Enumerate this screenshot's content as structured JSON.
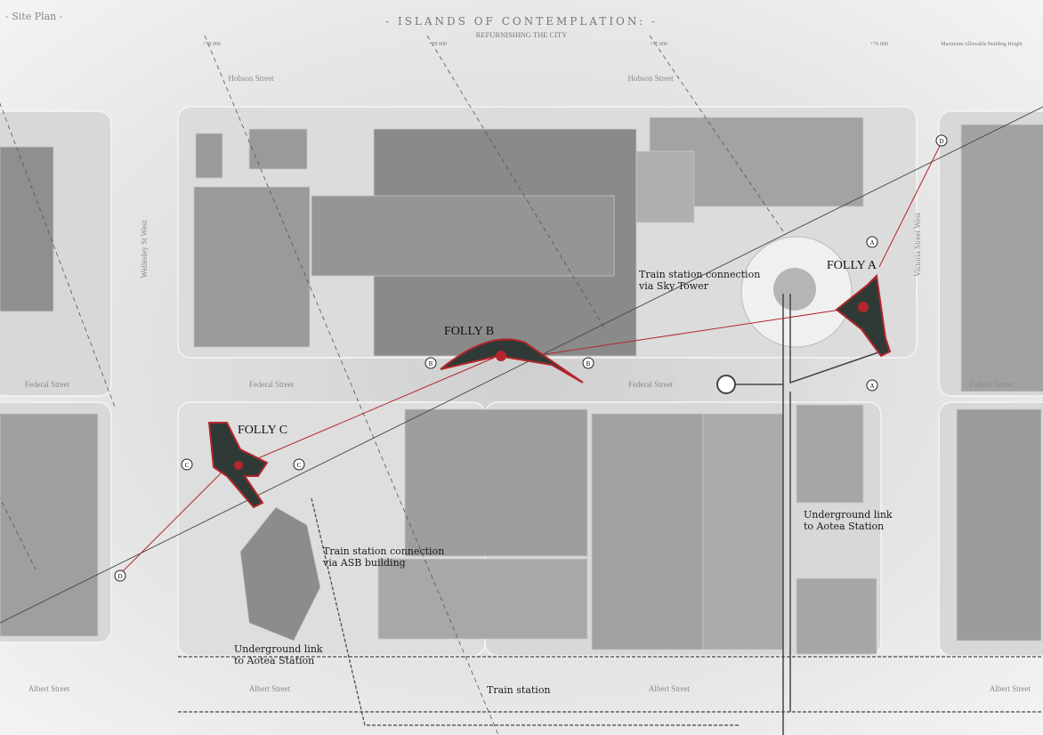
{
  "header": {
    "section_label": "- Site Plan -",
    "title": "- ISLANDS OF CONTEMPLATION: -",
    "subtitle": "REFURNISHING THE CITY"
  },
  "levels": [
    "+79 000",
    "+78 000",
    "+77 000",
    "+76 000"
  ],
  "levels_legend": "Maximum Allowable Building Height",
  "streets": {
    "hobson_1": "Hobson Street",
    "hobson_2": "Hobson Street",
    "federal_1": "Federal Street",
    "federal_2": "Federal Street",
    "federal_3": "Federal Street",
    "federal_4": "Federal Street",
    "albert_1": "Albert Street",
    "albert_2": "Albert Street",
    "albert_3": "Albert Street",
    "albert_4": "Albert Street",
    "wellesley": "Wellesley St West",
    "victoria": "Victoria Street West"
  },
  "follies": {
    "a": "FOLLY A",
    "b": "FOLLY B",
    "c": "FOLLY C"
  },
  "section_markers": {
    "a": "A",
    "b": "B",
    "c": "C",
    "d": "D"
  },
  "annotations": {
    "sky_tower_1": "Train station connection",
    "sky_tower_2": "via Sky Tower",
    "asb_1": "Train station connection",
    "asb_2": "via ASB building",
    "underground_left_1": "Underground link",
    "underground_left_2": "to Aotea Station",
    "underground_right_1": "Underground link",
    "underground_right_2": "to Aotea Station",
    "train_station": "Train station"
  },
  "colors": {
    "accent": "#b3262b",
    "folly_dark": "#2f3a36"
  }
}
